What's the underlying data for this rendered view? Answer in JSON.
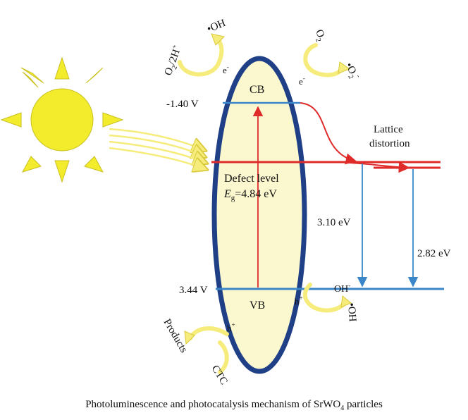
{
  "labels": {
    "cb": "CB",
    "vb": "VB",
    "cb_potential": "-1.40 V",
    "vb_potential": "3.44 V",
    "defect_level": "Defect level",
    "eg_symbol": "E",
    "eg_subscript": "g",
    "eg_value": "=4.84 eV",
    "gap_1": "3.10 eV",
    "gap_2": "2.82 eV",
    "lattice_line1": "Lattice",
    "lattice_line2": "distortion",
    "oxidizer_left": "O",
    "oxidizer_left_sub": "2",
    "oxidizer_left_rest": "/2H",
    "oxidizer_left_sup": "+",
    "radical_oh_top": "•OH",
    "o2_label": "O",
    "o2_sub": "2",
    "superoxide_base": "•O",
    "superoxide_sub": "2",
    "superoxide_sup": "-",
    "electron": "e",
    "electron_sup": "-",
    "hole": "h",
    "hole_sup": "+",
    "oh_minus": "OH",
    "oh_minus_sup": "-",
    "radical_oh_bottom": "•OH",
    "products": "Products",
    "ctc": "CTC"
  },
  "caption": {
    "prefix": "Photoluminescence and photocatalysis mechanism of SrWO",
    "subscript": "4",
    "suffix": " particles"
  },
  "colors": {
    "sun": "#f2ec2c",
    "ellipse_fill": "#fbf8cf",
    "ellipse_stroke": "#1f3f86",
    "band_line": "#3a86c8",
    "red": "#e02b2b",
    "arrow_yellow": "#f6ec7c"
  },
  "icons": {
    "sun": "sun-icon"
  }
}
